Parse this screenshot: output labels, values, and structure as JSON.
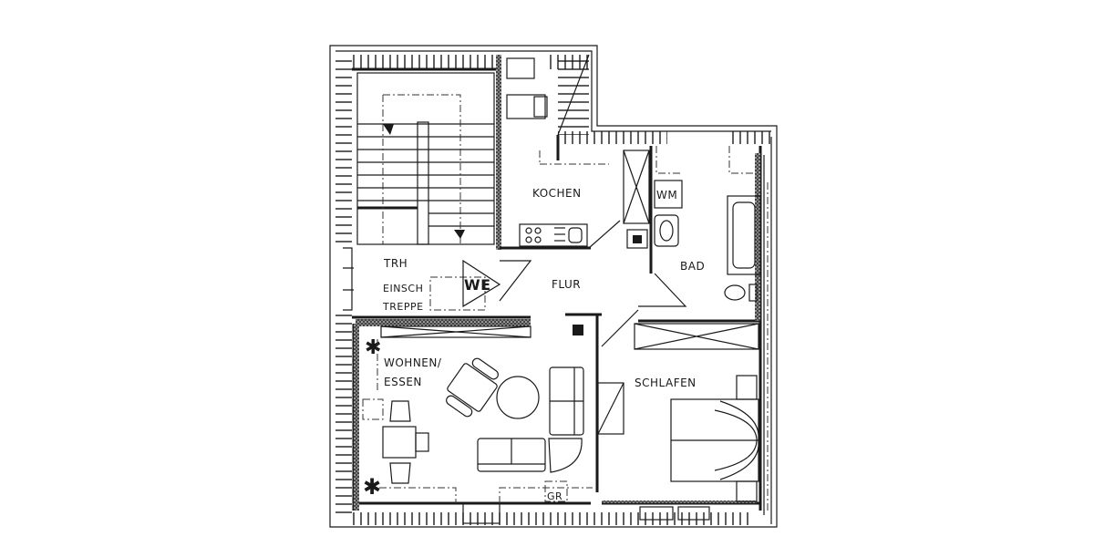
{
  "plan": {
    "type": "floor-plan",
    "rooms": [
      {
        "id": "trh",
        "label": "TRH"
      },
      {
        "id": "einsch-treppe",
        "label_line1": "EINSCH",
        "label_line2": "TREPPE"
      },
      {
        "id": "we",
        "label": "WE"
      },
      {
        "id": "kochen",
        "label": "KOCHEN"
      },
      {
        "id": "flur",
        "label": "FLUR"
      },
      {
        "id": "bad",
        "label": "BAD"
      },
      {
        "id": "wm",
        "label": "WM"
      },
      {
        "id": "wohnen-essen",
        "label_line1": "WOHNEN/",
        "label_line2": "ESSEN"
      },
      {
        "id": "schlafen",
        "label": "SCHLAFEN"
      },
      {
        "id": "gr",
        "label": "GR"
      }
    ],
    "colors": {
      "line": "#1a1a1a",
      "background": "#ffffff"
    }
  }
}
